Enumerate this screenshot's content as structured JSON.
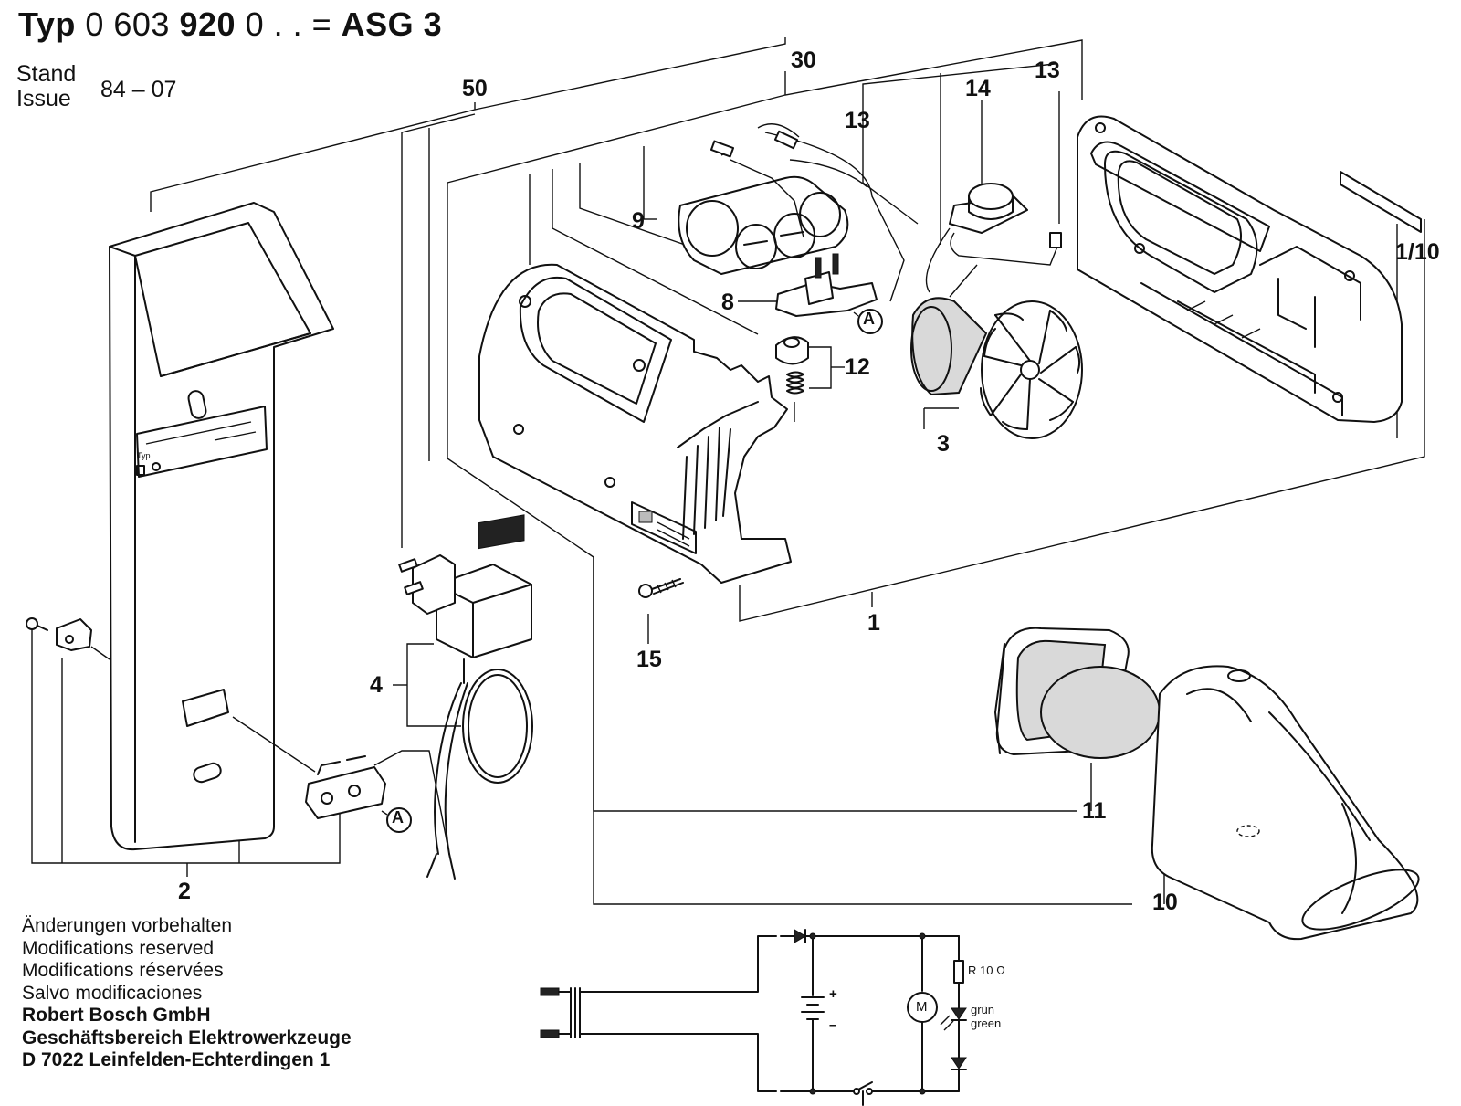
{
  "header": {
    "typ_label": "Typ",
    "typ_number_prefix": "0 603",
    "typ_number_mid": "920",
    "typ_number_suffix": "0 . .  =",
    "model": "ASG 3",
    "stand_label": "Stand",
    "issue_label": "Issue",
    "date": "84 – 07"
  },
  "callouts": {
    "c50": "50",
    "c30": "30",
    "c13a": "13",
    "c14": "14",
    "c13b": "13",
    "c9": "9",
    "c8": "8",
    "c12": "12",
    "c3": "3",
    "c1_10": "1/10",
    "c1": "1",
    "c15": "15",
    "c4": "4",
    "c2": "2",
    "c11": "11",
    "c10": "10"
  },
  "markers": {
    "a1": "A",
    "a2": "A"
  },
  "small_labels": {
    "typ_plate": "Typ"
  },
  "schematic": {
    "resistor": "R 10 Ω",
    "led_de": "grün",
    "led_en": "green",
    "motor": "M",
    "plus": "+",
    "minus": "–"
  },
  "footer": {
    "line1": "Änderungen vorbehalten",
    "line2": "Modifications reserved",
    "line3": "Modifications réservées",
    "line4": "Salvo modificaciones",
    "company": "Robert Bosch GmbH",
    "division": "Geschäftsbereich Elektrowerkzeuge",
    "address": "D 7022 Leinfelden-Echterdingen 1"
  },
  "colors": {
    "ink": "#111111",
    "paper": "#ffffff"
  }
}
